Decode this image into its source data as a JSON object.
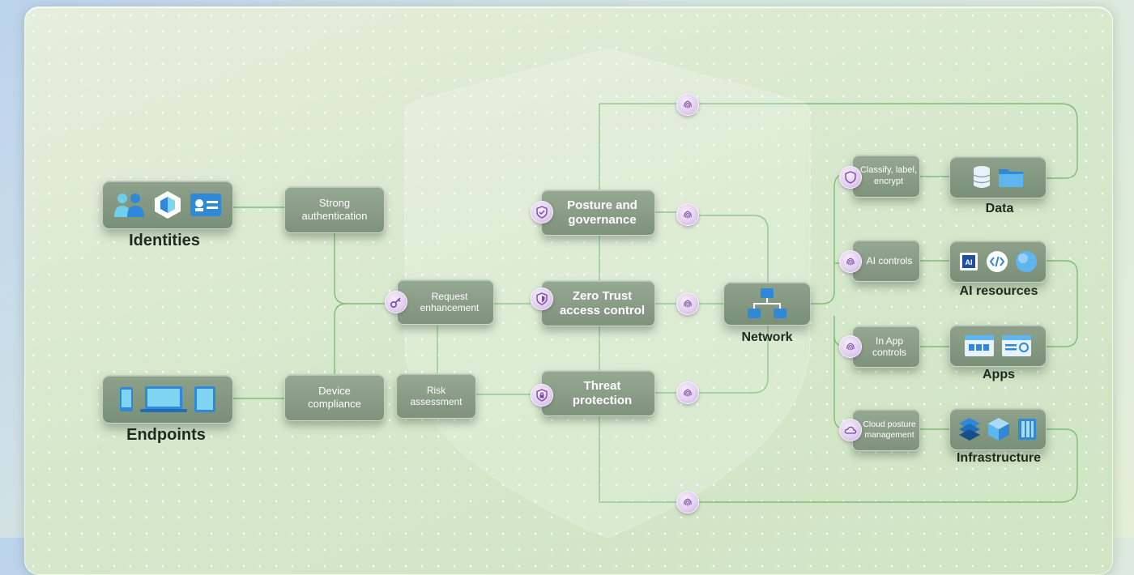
{
  "nodes": {
    "strong_auth": "Strong\nauthentication",
    "request_enh": "Request\nenhancement",
    "device_comp": "Device\ncompliance",
    "risk_assess": "Risk\nassessment",
    "posture": "Posture and\ngovernance",
    "zero_trust": "Zero Trust\naccess control",
    "threat": "Threat\nprotection",
    "classify": "Classify, label,\nencrypt",
    "ai_controls": "AI controls",
    "inapp": "In App\ncontrols",
    "cloud_posture": "Cloud posture\nmanagement"
  },
  "labels": {
    "identities": "Identities",
    "endpoints": "Endpoints",
    "network": "Network",
    "data": "Data",
    "ai_resources": "AI resources",
    "apps": "Apps",
    "infrastructure": "Infrastructure"
  },
  "icons": {
    "identities": [
      "people-icon",
      "hexagon-icon",
      "id-card-icon"
    ],
    "endpoints": [
      "phone-icon",
      "laptop-icon",
      "tablet-icon"
    ],
    "data": [
      "database-icon",
      "folder-icon"
    ],
    "ai_resources": [
      "ai-chip-icon",
      "code-icon",
      "globe-icon"
    ],
    "apps": [
      "app-window-icon",
      "app-window-icon"
    ],
    "infrastructure": [
      "layers-icon",
      "cube-icon",
      "server-icon"
    ]
  },
  "colors": {
    "connector": "#6fb56a",
    "node": "#8a9d87",
    "badge": "#e2cdee",
    "icon_blue": "#2f88d8"
  }
}
